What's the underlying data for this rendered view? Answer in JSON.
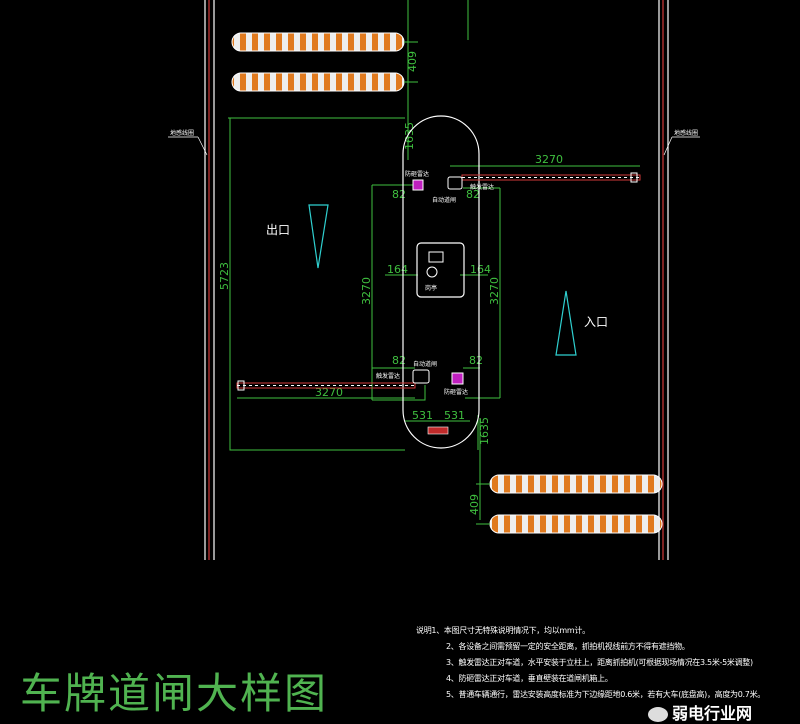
{
  "title": "车牌道闸大样图",
  "exit_label": "出口",
  "entry_label": "入口",
  "dimensions": {
    "bump_gap_top": "409",
    "bump_gap_bottom": "409",
    "island_top": "1635",
    "island_bottom": "1635",
    "barrier_top": "3270",
    "barrier_bottom": "3270",
    "gate_offset_tl": "82",
    "gate_offset_tr": "82",
    "gate_offset_bl": "82",
    "gate_offset_br": "82",
    "booth_left": "164",
    "booth_right": "164",
    "span_left": "3270",
    "span_right": "3270",
    "overall_left": "5723",
    "half_left": "531",
    "half_right": "531"
  },
  "equipment_labels": {
    "loop_left": "地感线圈",
    "loop_right": "地感线圈",
    "radar_top": "防砸雷达",
    "gate_top": "自动道闸",
    "trigger_top": "触发雷达",
    "booth": "岗亭",
    "gate_bottom": "自动道闸",
    "trigger_bottom": "触发雷达",
    "radar_bottom": "防砸雷达"
  },
  "notes": [
    "说明1、本图尺寸无特殊说明情况下，均以mm计。",
    "2、各设备之间需预留一定的安全距离，抓拍机视线前方不得有遮挡物。",
    "3、触发雷达正对车道，水平安装于立柱上，距离抓拍机(可根据现场情况在3.5米-5米调整)",
    "4、防砸雷达正对车道，垂直壁装在道闸机箱上。",
    "5、普通车辆通行，雷达安装高度标准为下边缘距地0.6米，若有大车(底盘高)，高度为0.7米。"
  ],
  "watermark": "弱电行业网",
  "colors": {
    "dim": "#3fbf3f",
    "barrier": "#d23a3a",
    "bump": "#e07a1f",
    "triangle": "#2fd0d0",
    "device": "#c020c0"
  }
}
